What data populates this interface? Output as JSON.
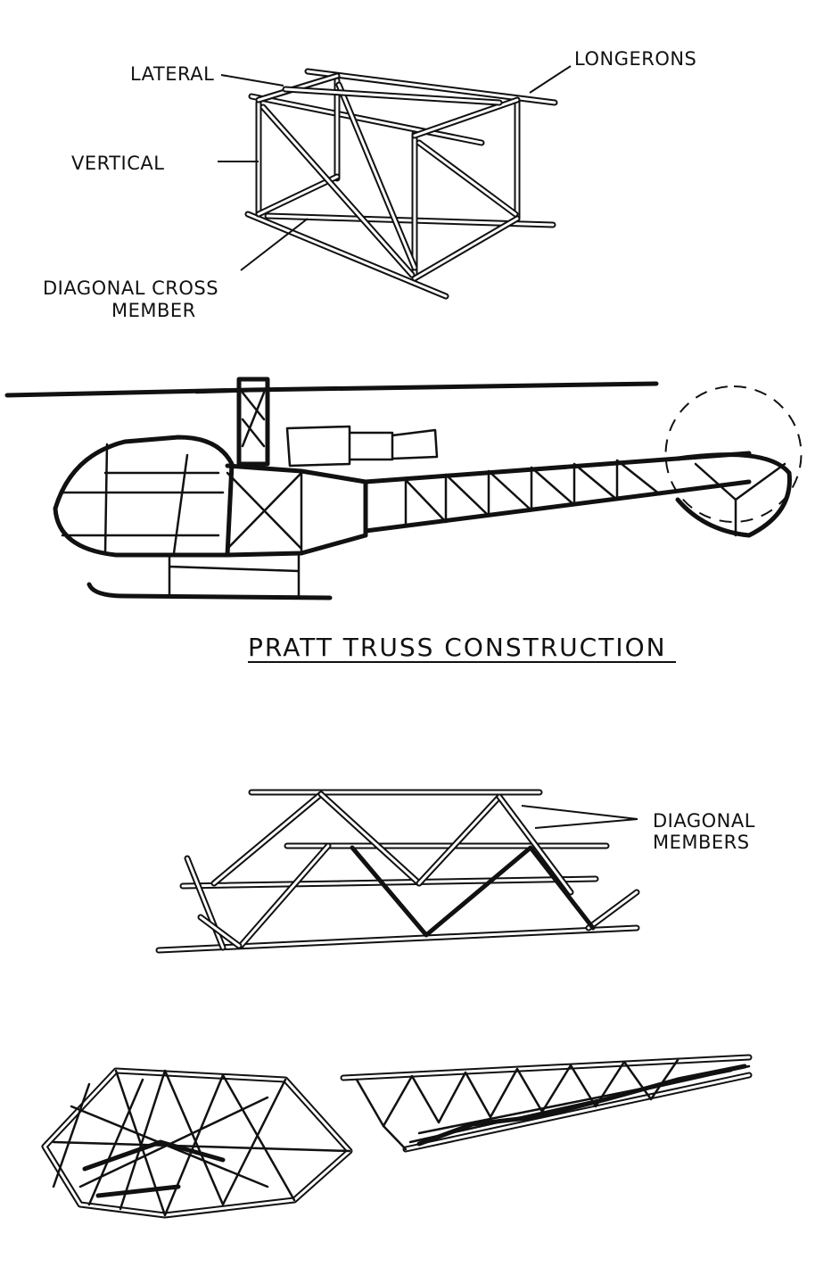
{
  "box_truss": {
    "labels": {
      "lateral": "LATERAL",
      "longerons": "LONGERONS",
      "vertical": "VERTICAL",
      "diagonal_cross_line1": "DIAGONAL  CROSS",
      "diagonal_cross_line2": "MEMBER"
    }
  },
  "helicopter": {
    "caption": "PRATT  TRUSS  CONSTRUCTION"
  },
  "truss_section": {
    "labels": {
      "diagonal_members_line1": "DIAGONAL",
      "diagonal_members_line2": "MEMBERS"
    }
  },
  "colors": {
    "ink": "#111111",
    "paper": "#ffffff"
  }
}
